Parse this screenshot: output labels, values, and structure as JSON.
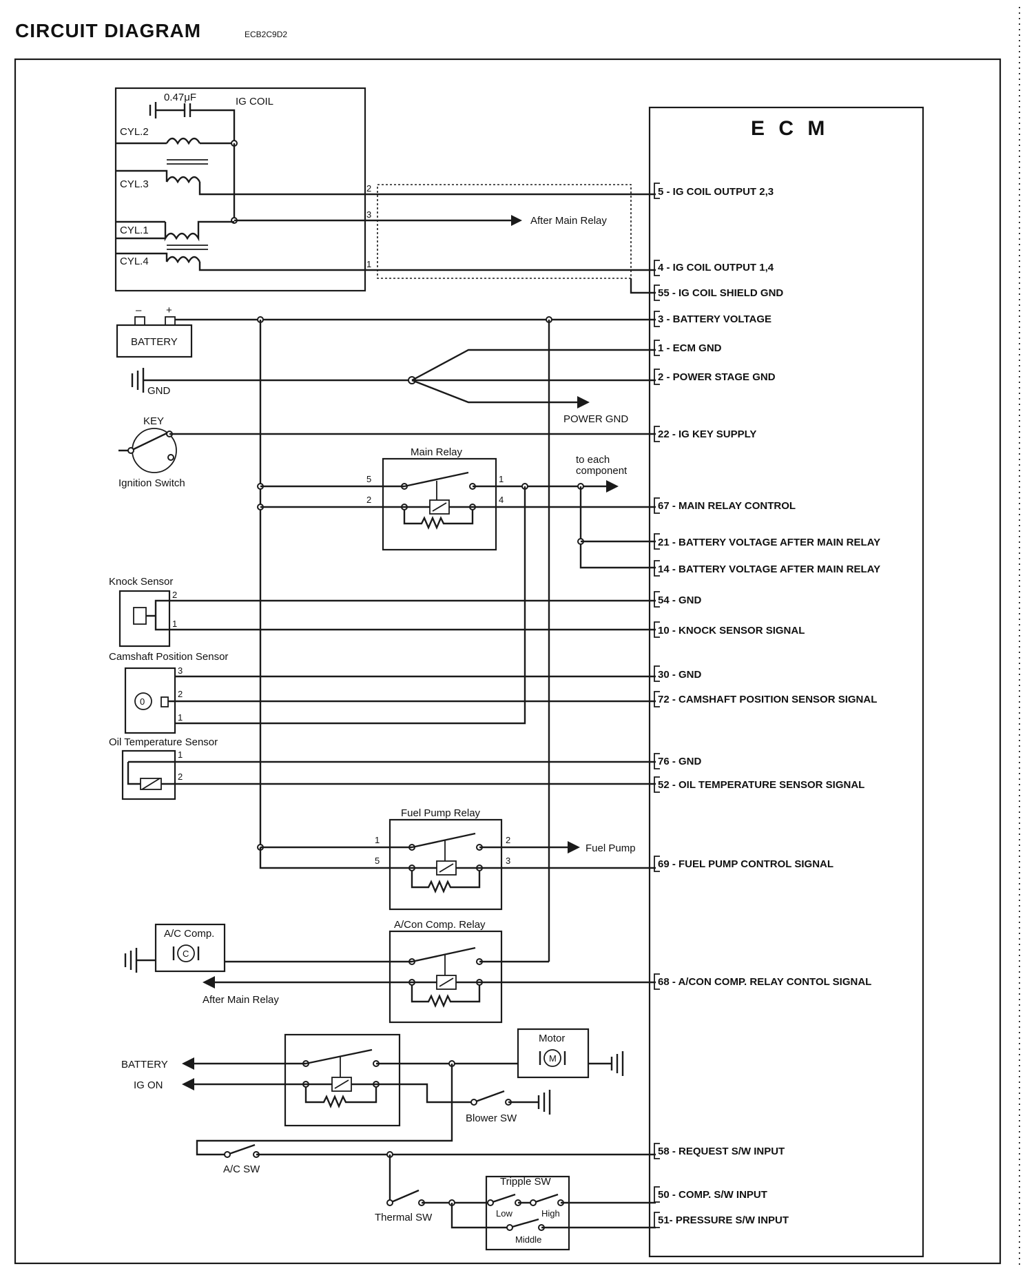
{
  "header": {
    "title": "CIRCUIT DIAGRAM",
    "code": "ECB2C9D2"
  },
  "ecm": {
    "title": "E C M",
    "pins": [
      "5 - IG COIL OUTPUT 2,3",
      "4 - IG COIL OUTPUT 1,4",
      "55 - IG COIL SHIELD GND",
      "3 - BATTERY VOLTAGE",
      "1 - ECM GND",
      "2 - POWER STAGE GND",
      "22 - IG KEY SUPPLY",
      "67 - MAIN RELAY CONTROL",
      "21 - BATTERY VOLTAGE AFTER MAIN RELAY",
      "14 - BATTERY VOLTAGE AFTER MAIN RELAY",
      "54 - GND",
      "10 - KNOCK SENSOR SIGNAL",
      "30 - GND",
      "72 - CAMSHAFT POSITION SENSOR SIGNAL",
      "76 - GND",
      "52 - OIL TEMPERATURE SENSOR SIGNAL",
      "69 - FUEL PUMP CONTROL SIGNAL",
      "68 - A/CON COMP. RELAY  CONTOL SIGNAL",
      "58 - REQUEST S/W INPUT",
      "50 - COMP. S/W INPUT",
      "51- PRESSURE S/W INPUT"
    ]
  },
  "labels": {
    "capacitor": "0.47μF",
    "ig_coil": "IG COIL",
    "cyl2": "CYL.2",
    "cyl3": "CYL.3",
    "cyl1": "CYL.1",
    "cyl4": "CYL.4",
    "after_main_relay": "After Main Relay",
    "battery": "BATTERY",
    "minus": "–",
    "plus": "+",
    "gnd": "GND",
    "power_gnd": "POWER GND",
    "key": "KEY",
    "ignition_switch": "Ignition Switch",
    "main_relay": "Main Relay",
    "to_each": "to each",
    "component": "component",
    "knock_sensor": "Knock Sensor",
    "camshaft_sensor": "Camshaft Position Sensor",
    "oil_temp_sensor": "Oil Temperature Sensor",
    "fuel_pump_relay": "Fuel Pump Relay",
    "fuel_pump": "Fuel Pump",
    "ac_comp": "A/C Comp.",
    "acon_comp_relay": "A/Con Comp. Relay",
    "after_main_relay_2": "After Main Relay",
    "motor": "Motor",
    "battery_2": "BATTERY",
    "ig_on": "IG ON",
    "blower_sw": "Blower SW",
    "ac_sw": "A/C SW",
    "tripple_sw": "Tripple SW",
    "thermal_sw": "Thermal SW",
    "low": "Low",
    "high": "High",
    "middle": "Middle",
    "c": "C",
    "m": "M",
    "zero": "0"
  },
  "pin_numbers": {
    "coil_2": "2",
    "coil_3": "3",
    "coil_1": "1",
    "mr_5": "5",
    "mr_2": "2",
    "mr_1": "1",
    "mr_4": "4",
    "ks_2": "2",
    "ks_1": "1",
    "cam_3": "3",
    "cam_2": "2",
    "cam_1": "1",
    "ot_1": "1",
    "ot_2": "2",
    "fp_1": "1",
    "fp_5": "5",
    "fp_2": "2",
    "fp_3": "3"
  }
}
